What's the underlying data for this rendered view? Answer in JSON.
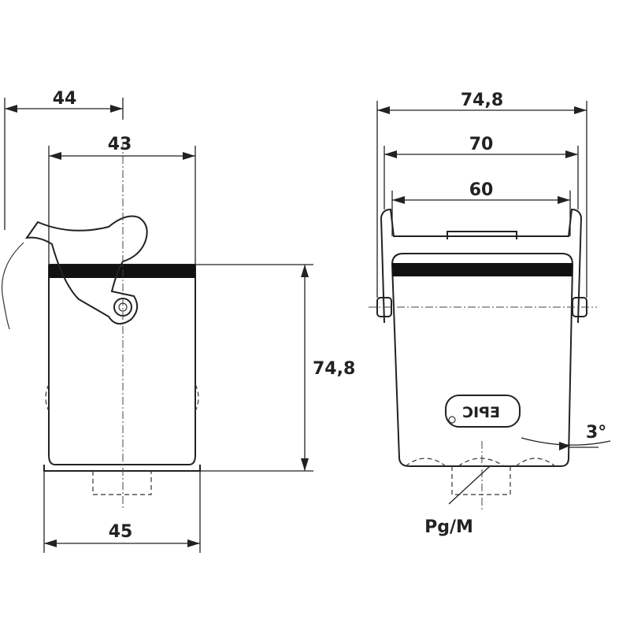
{
  "side_view": {
    "dim_top_outer": "44",
    "dim_top_inner": "43",
    "dim_height": "74,8",
    "dim_bottom": "45"
  },
  "front_view": {
    "dim_outer": "74,8",
    "dim_middle": "70",
    "dim_inner": "60",
    "angle": "3°",
    "logo_text": "EPIC",
    "thread_label": "Pg/M"
  }
}
